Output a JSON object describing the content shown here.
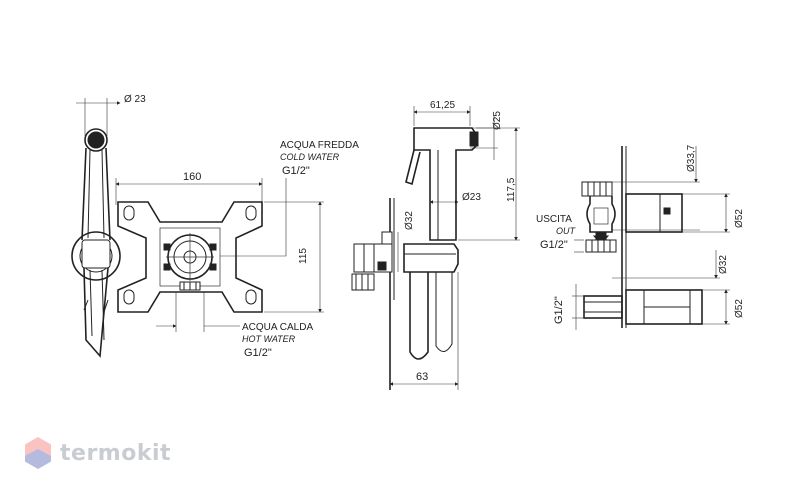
{
  "dimensions": {
    "handle_dia": "Ø 23",
    "plate_width": "160",
    "plate_height": "115",
    "side_depth": "61,25",
    "side_dia_25": "Ø25",
    "side_height": "117,5",
    "side_dia_23": "Ø23",
    "side_dia_32": "Ø32",
    "side_base": "63",
    "valve_dia_33": "Ø33,7",
    "valve_dia_52": "Ø52",
    "valve2_dia_32": "Ø32",
    "valve2_dia_52": "Ø52",
    "valve2_thread": "G1/2\""
  },
  "labels": {
    "cold_it": "ACQUA FREDDA",
    "cold_en": "COLD WATER",
    "cold_thread": "G1/2\"",
    "hot_it": "ACQUA CALDA",
    "hot_en": "HOT WATER",
    "hot_thread": "G1/2\"",
    "out_it": "USCITA",
    "out_en": "OUT",
    "out_thread": "G1/2\""
  },
  "brand": {
    "name": "termokit",
    "logo_colors": [
      "#f4a3a0",
      "#9fb8e8"
    ]
  }
}
